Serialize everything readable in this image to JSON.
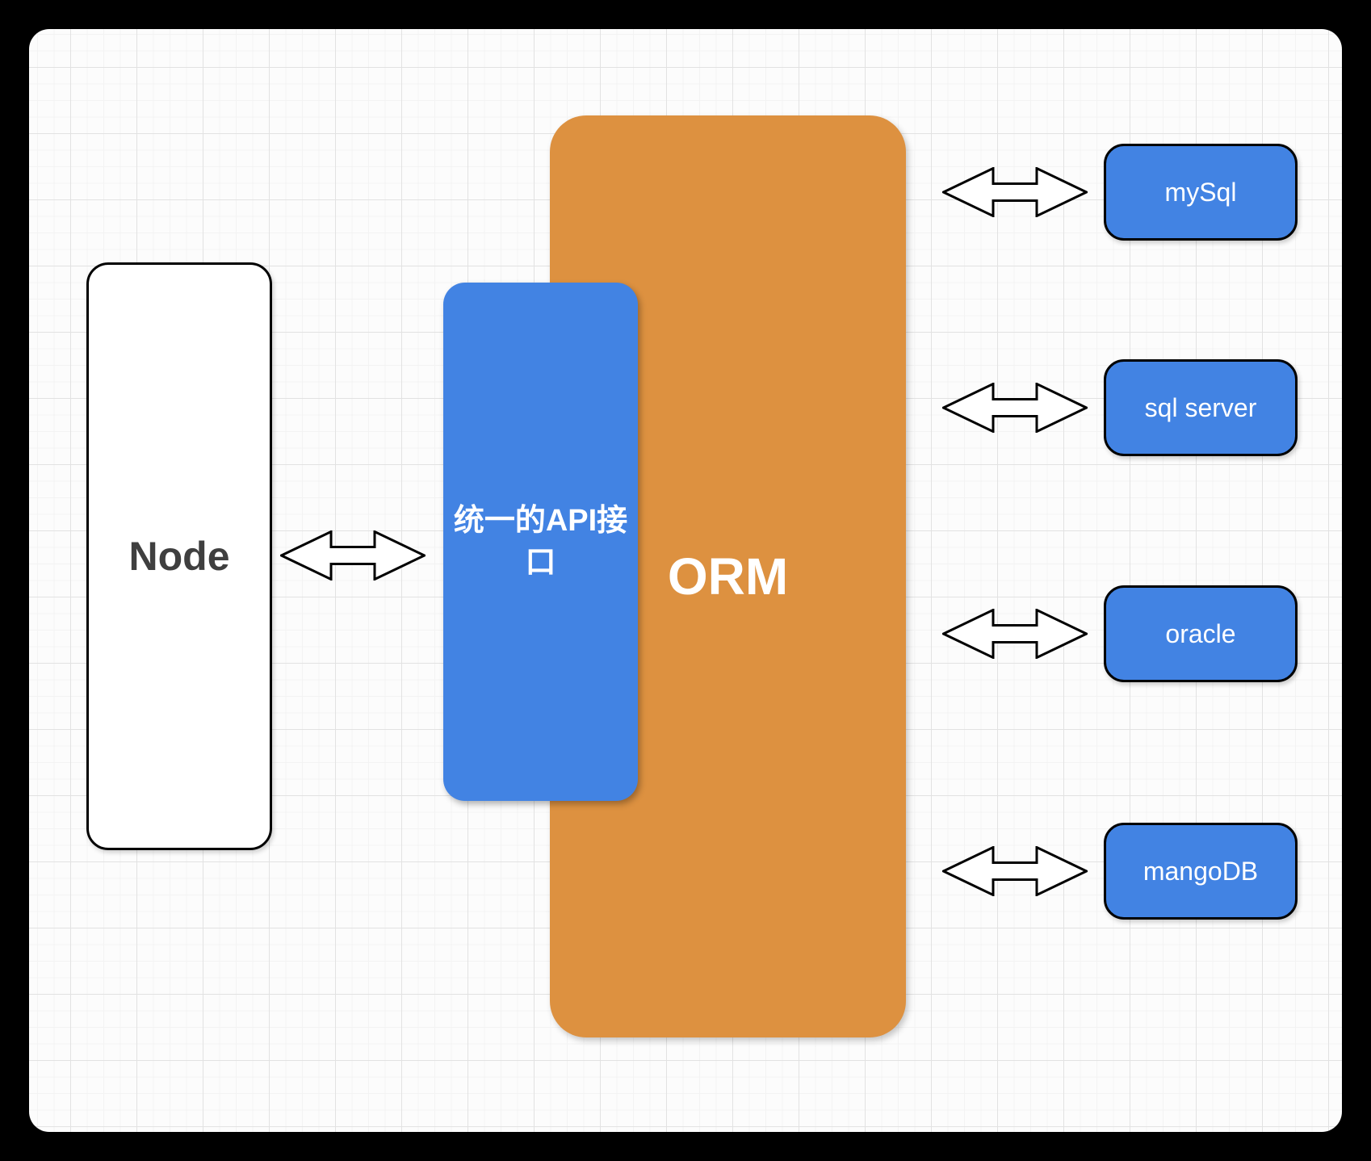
{
  "diagram": {
    "node": {
      "label": "Node"
    },
    "api": {
      "label": "统一的API接口"
    },
    "orm": {
      "label": "ORM"
    },
    "databases": [
      {
        "label": "mySql"
      },
      {
        "label": "sql server"
      },
      {
        "label": "oracle"
      },
      {
        "label": "mangoDB"
      }
    ]
  },
  "colors": {
    "blue": "#4283E3",
    "orange": "#DD9140",
    "canvas_bg": "#FCFCFC",
    "frame_bg": "#000000",
    "node_text": "#3F3F3F",
    "arrow_fill": "#FFFFFF",
    "arrow_stroke": "#000000"
  }
}
